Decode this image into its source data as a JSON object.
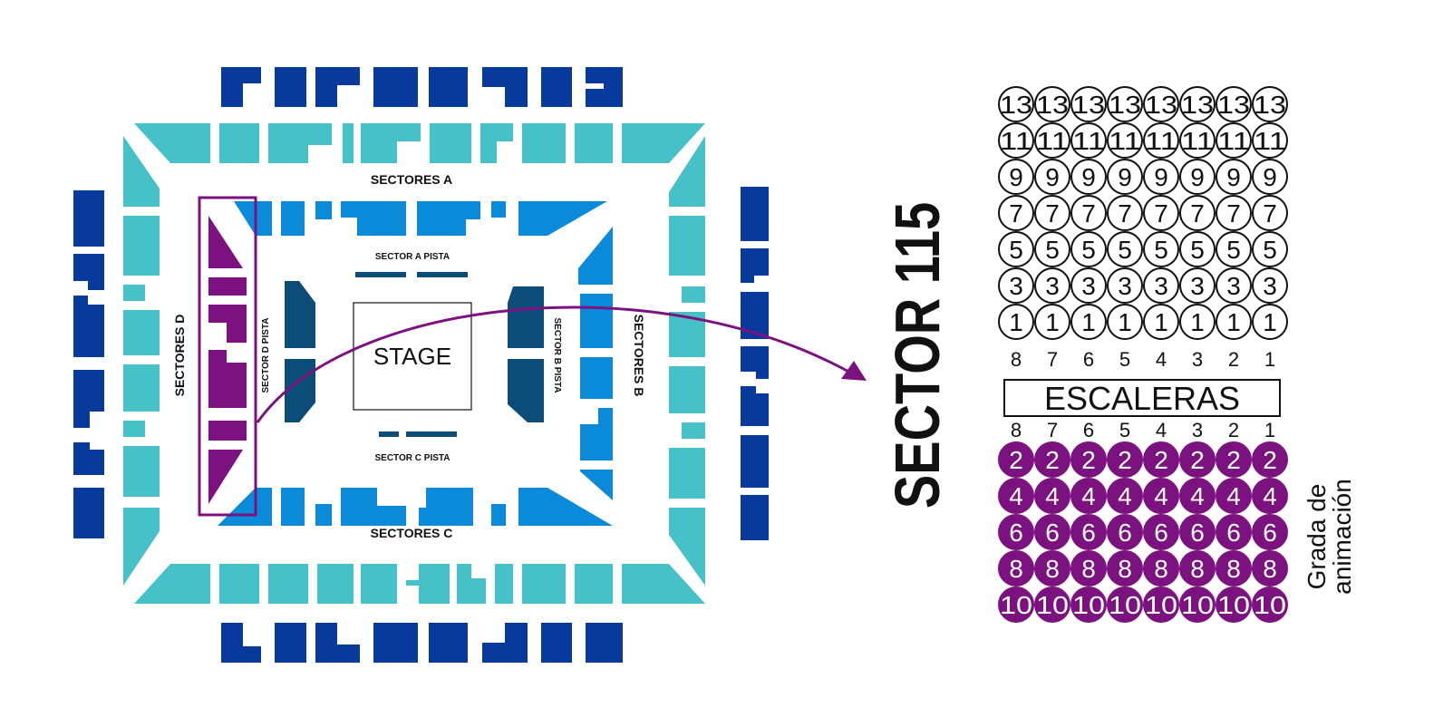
{
  "colors": {
    "outer": "#083a9e",
    "middle": "#46c1c8",
    "inner": "#0a8ad8",
    "pista": "#0c4c78",
    "highlight": "#7b127f",
    "ink": "#111111",
    "white": "#ffffff"
  },
  "venue": {
    "stage_label": "STAGE",
    "sector_a": "SECTORES A",
    "sector_b": "SECTORES B",
    "sector_c": "SECTORES C",
    "sector_d": "SECTORES D",
    "pista_a": "SECTOR A PISTA",
    "pista_b": "SECTOR B PISTA",
    "pista_c": "SECTOR C PISTA",
    "pista_d": "SECTOR D PISTA"
  },
  "sector": {
    "title": "SECTOR 115",
    "upper_rows": [
      13,
      11,
      9,
      7,
      5,
      3,
      1
    ],
    "lower_rows": [
      2,
      4,
      6,
      8,
      10
    ],
    "seat_numbers": [
      8,
      7,
      6,
      5,
      4,
      3,
      2,
      1
    ],
    "escaleras_label": "ESCALERAS",
    "grada_label_line1": "Grada de",
    "grada_label_line2": "animación"
  }
}
